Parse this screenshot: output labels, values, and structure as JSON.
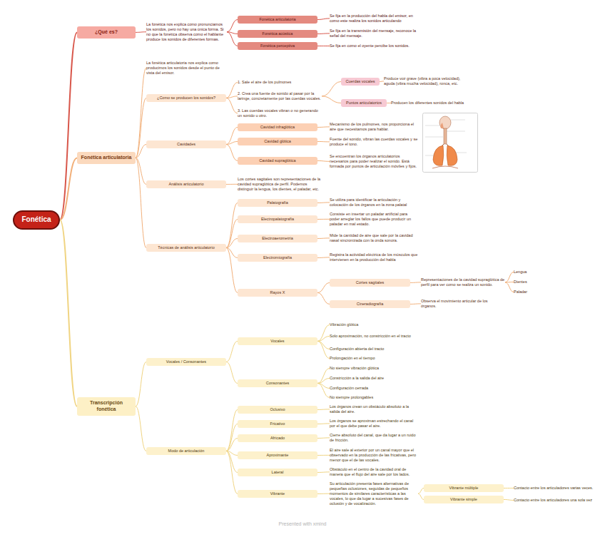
{
  "diagram": {
    "nodes": [
      {
        "text": [
          "Fonética"
        ]
      },
      {
        "text": [
          "¿Qué es?"
        ]
      },
      {
        "text": [
          "Fonética articulatoria"
        ]
      },
      {
        "text": [
          "Transcripción fonética"
        ]
      },
      {
        "text": [
          "La fonética nos explica como pronunciamos los sonidos, pero no hay una única forma. Si no que la fonética observa como el hablante produce los sonidos de diferentes formas."
        ]
      },
      {
        "text": [
          "Fonética articulatoria"
        ]
      },
      {
        "text": [
          "Se fija en la producción del habla del emisor, en como este realiza los sonidos articulando"
        ]
      },
      {
        "text": [
          "Fonética acústica"
        ]
      },
      {
        "text": [
          "Se fija en la transmisión del mensaje, reconoce la señal del mensaje."
        ]
      },
      {
        "text": [
          "Fonética perceptiva"
        ]
      },
      {
        "text": [
          "Se fija en como el oyente percibe los sonidos."
        ]
      },
      {
        "text": [
          "La fonética articulatoria nos explica como producimos los sonidos desde el punto de vista del emisor."
        ]
      },
      {
        "text": [
          "¿Como se producen los sonidos?"
        ]
      },
      {
        "text": [
          "1. Sale el aire de los pulmones"
        ]
      },
      {
        "text": [
          "2. Crea una fuente de sonido al pasar por la laringe, concretamente por las cuerdas vocales."
        ]
      },
      {
        "text": [
          "3. Las cuerdas vocales vibran o no generando un sonido u otro."
        ]
      },
      {
        "text": [
          "Cuerdas vocales"
        ]
      },
      {
        "text": [
          "Produce voz grave (vibra a poca velocidad), aguda (vibra mucha velocidad), ronca, etc."
        ]
      },
      {
        "text": [
          "Puntos articulatorios"
        ]
      },
      {
        "text": [
          "Producen los diferentes sonidos del habla"
        ]
      },
      {
        "text": [
          "Cavidades"
        ]
      },
      {
        "text": [
          "Cavidad infraglótica"
        ]
      },
      {
        "text": [
          "Mecanismo de los pulmones, nos proporciona el aire que necesitamos para hablar."
        ]
      },
      {
        "text": [
          "Cavidad glótica"
        ]
      },
      {
        "text": [
          "Fuente del sonido, vibran las cuerdas vocales y se produce el tono."
        ]
      },
      {
        "text": [
          "Cavidad supraglótica"
        ]
      },
      {
        "text": [
          "Se encuentran los órganos articulatorios necesarios para poder realizar el sonido. Está formada por puntos de articulación móviles y fijos."
        ]
      },
      {
        "text": [
          "Análisis articulatorio"
        ]
      },
      {
        "text": [
          "Los cortes sagitales son representaciones de la cavidad supraglótica de perfil. Podemos distinguir la lengua, los dientes, el paladar, etc."
        ]
      },
      {
        "text": [
          "Técnicas de análisis articulatorio"
        ]
      },
      {
        "text": [
          "Palatografía"
        ]
      },
      {
        "text": [
          "Se utiliza para identificar la articulación y colocación de los órganos en la zona palatal"
        ]
      },
      {
        "text": [
          "Electropalatografía"
        ]
      },
      {
        "text": [
          "Consiste en insertar un paladar artificial para poder arreglar los fallos que puede producir un paladar en mal estado."
        ]
      },
      {
        "text": [
          "Electroaerometría"
        ]
      },
      {
        "text": [
          "Mide la cantidad de aire que sale por la cavidad nasal sincronizada con la onda sonora."
        ]
      },
      {
        "text": [
          "Electromiografía"
        ]
      },
      {
        "text": [
          "Registra la actividad eléctrica de los músculos que intervienen en la producción del habla"
        ]
      },
      {
        "text": [
          "Rayos X"
        ]
      },
      {
        "text": [
          "Cortes sagitales"
        ]
      },
      {
        "text": [
          "Representaciones de la cavidad supraglótica de perfil para ver como se realiza un sonido."
        ]
      },
      {
        "text": [
          "Lengua"
        ]
      },
      {
        "text": [
          "Dientes"
        ]
      },
      {
        "text": [
          "Paladar"
        ]
      },
      {
        "text": [
          "Cineradiografía"
        ]
      },
      {
        "text": [
          "Observa el movimiento articular de los órganos."
        ]
      },
      {
        "text": [
          "Vocales / Consonantes"
        ]
      },
      {
        "text": [
          "Vocales"
        ]
      },
      {
        "text": [
          "Vibración glótica"
        ]
      },
      {
        "text": [
          "Solo aproximación, no constricción en el tracto"
        ]
      },
      {
        "text": [
          "Configuración abierta del tracto"
        ]
      },
      {
        "text": [
          "Prolongación en el tiempo"
        ]
      },
      {
        "text": [
          "Consonantes"
        ]
      },
      {
        "text": [
          "No siempre vibración glótica"
        ]
      },
      {
        "text": [
          "Constricción a la salida del aire"
        ]
      },
      {
        "text": [
          "Configuración cerrada"
        ]
      },
      {
        "text": [
          "No siempre prolongables"
        ]
      },
      {
        "text": [
          "Modo de articulación"
        ]
      },
      {
        "text": [
          "Oclusivo"
        ]
      },
      {
        "text": [
          "Los órganos crean un obstáculo absoluto a la salida del aire."
        ]
      },
      {
        "text": [
          "Fricativo"
        ]
      },
      {
        "text": [
          "Los órganos se aproximan estrechando el canal por el que debe pasar el aire."
        ]
      },
      {
        "text": [
          "Africado"
        ]
      },
      {
        "text": [
          "Cierre absoluto del canal, que da lugar a un ruido de fricción."
        ]
      },
      {
        "text": [
          "Aproximante"
        ]
      },
      {
        "text": [
          "El aire sale al exterior por un canal mayor que el observado en la producción de las fricativas, pero menor que el de las vocales."
        ]
      },
      {
        "text": [
          "Lateral"
        ]
      },
      {
        "text": [
          "Obstáculo en el centro de la cavidad oral de manera que el flujo del aire sale por los lados."
        ]
      },
      {
        "text": [
          "Vibrante"
        ]
      },
      {
        "text": [
          "Su articulación presenta fases alternativas de pequeñas oclusiones, seguidas de pequeños momentos de similares características a las vocales, lo que da lugar a sucesivas fases de oclusión y de vocalización."
        ]
      },
      {
        "text": [
          "Vibrante múltiple"
        ]
      },
      {
        "text": [
          "Contacto entre los articuladores varias veces."
        ]
      },
      {
        "text": [
          "Vibrante simple"
        ]
      },
      {
        "text": [
          "Contacto entre los articuladores una sola vez"
        ]
      }
    ],
    "edges": [
      {
        "from": 0,
        "to": 1,
        "arrow": "none"
      },
      {
        "from": 0,
        "to": 2,
        "arrow": "none"
      },
      {
        "from": 0,
        "to": 3,
        "arrow": "none"
      },
      {
        "from": 1,
        "to": 4,
        "arrow": "none"
      },
      {
        "from": 4,
        "to": 5,
        "arrow": "none"
      },
      {
        "from": 4,
        "to": 7,
        "arrow": "none"
      },
      {
        "from": 4,
        "to": 9,
        "arrow": "none"
      },
      {
        "from": 5,
        "to": 6,
        "arrow": "none"
      },
      {
        "from": 7,
        "to": 8,
        "arrow": "none"
      },
      {
        "from": 9,
        "to": 10,
        "arrow": "none"
      },
      {
        "from": 2,
        "to": 11,
        "arrow": "none"
      },
      {
        "from": 2,
        "to": 12,
        "arrow": "none"
      },
      {
        "from": 2,
        "to": 20,
        "arrow": "none"
      },
      {
        "from": 2,
        "to": 27,
        "arrow": "none"
      },
      {
        "from": 2,
        "to": 29,
        "arrow": "none"
      },
      {
        "from": 12,
        "to": 13,
        "arrow": "none"
      },
      {
        "from": 12,
        "to": 14,
        "arrow": "none"
      },
      {
        "from": 12,
        "to": 15,
        "arrow": "none"
      },
      {
        "from": 14,
        "to": 16,
        "arrow": "none"
      },
      {
        "from": 14,
        "to": 18,
        "arrow": "none"
      },
      {
        "from": 16,
        "to": 17,
        "arrow": "none"
      },
      {
        "from": 18,
        "to": 19,
        "arrow": "none"
      },
      {
        "from": 20,
        "to": 21,
        "arrow": "none"
      },
      {
        "from": 20,
        "to": 23,
        "arrow": "none"
      },
      {
        "from": 20,
        "to": 25,
        "arrow": "none"
      },
      {
        "from": 21,
        "to": 22,
        "arrow": "none"
      },
      {
        "from": 23,
        "to": 24,
        "arrow": "none"
      },
      {
        "from": 25,
        "to": 26,
        "arrow": "none"
      },
      {
        "from": 27,
        "to": 28,
        "arrow": "none"
      },
      {
        "from": 29,
        "to": 30,
        "arrow": "none"
      },
      {
        "from": 29,
        "to": 32,
        "arrow": "none"
      },
      {
        "from": 29,
        "to": 34,
        "arrow": "none"
      },
      {
        "from": 29,
        "to": 36,
        "arrow": "none"
      },
      {
        "from": 29,
        "to": 38,
        "arrow": "none"
      },
      {
        "from": 30,
        "to": 31,
        "arrow": "none"
      },
      {
        "from": 32,
        "to": 33,
        "arrow": "none"
      },
      {
        "from": 34,
        "to": 35,
        "arrow": "none"
      },
      {
        "from": 36,
        "to": 37,
        "arrow": "none"
      },
      {
        "from": 38,
        "to": 39,
        "arrow": "none"
      },
      {
        "from": 38,
        "to": 44,
        "arrow": "none"
      },
      {
        "from": 39,
        "to": 40,
        "arrow": "none"
      },
      {
        "from": 40,
        "to": 41,
        "arrow": "none"
      },
      {
        "from": 40,
        "to": 42,
        "arrow": "none"
      },
      {
        "from": 40,
        "to": 43,
        "arrow": "none"
      },
      {
        "from": 44,
        "to": 45,
        "arrow": "none"
      },
      {
        "from": 3,
        "to": 46,
        "arrow": "none"
      },
      {
        "from": 3,
        "to": 57,
        "arrow": "none"
      },
      {
        "from": 46,
        "to": 47,
        "arrow": "none"
      },
      {
        "from": 46,
        "to": 52,
        "arrow": "none"
      },
      {
        "from": 47,
        "to": 48,
        "arrow": "none"
      },
      {
        "from": 47,
        "to": 49,
        "arrow": "none"
      },
      {
        "from": 47,
        "to": 50,
        "arrow": "none"
      },
      {
        "from": 47,
        "to": 51,
        "arrow": "none"
      },
      {
        "from": 52,
        "to": 53,
        "arrow": "none"
      },
      {
        "from": 52,
        "to": 54,
        "arrow": "none"
      },
      {
        "from": 52,
        "to": 55,
        "arrow": "none"
      },
      {
        "from": 52,
        "to": 56,
        "arrow": "none"
      },
      {
        "from": 57,
        "to": 58,
        "arrow": "none"
      },
      {
        "from": 57,
        "to": 60,
        "arrow": "none"
      },
      {
        "from": 57,
        "to": 62,
        "arrow": "none"
      },
      {
        "from": 57,
        "to": 64,
        "arrow": "none"
      },
      {
        "from": 57,
        "to": 66,
        "arrow": "none"
      },
      {
        "from": 57,
        "to": 68,
        "arrow": "none"
      },
      {
        "from": 58,
        "to": 59,
        "arrow": "none"
      },
      {
        "from": 60,
        "to": 61,
        "arrow": "none"
      },
      {
        "from": 62,
        "to": 63,
        "arrow": "none"
      },
      {
        "from": 64,
        "to": 65,
        "arrow": "none"
      },
      {
        "from": 66,
        "to": 67,
        "arrow": "none"
      },
      {
        "from": 68,
        "to": 69,
        "arrow": "none"
      },
      {
        "from": 69,
        "to": 70,
        "arrow": "none"
      },
      {
        "from": 69,
        "to": 72,
        "arrow": "none"
      },
      {
        "from": 70,
        "to": 71,
        "arrow": "none"
      },
      {
        "from": 72,
        "to": 73,
        "arrow": "none"
      }
    ],
    "labels": [
      "Presented with xmind"
    ]
  }
}
